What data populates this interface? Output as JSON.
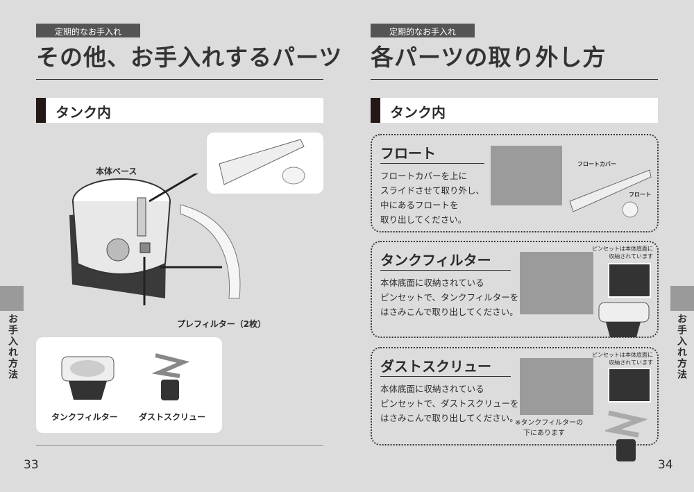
{
  "left": {
    "tag": "定期的なお手入れ",
    "title": "その他、お手入れするパーツ",
    "section": "タンク内",
    "labels": {
      "base": "本体ベース",
      "prefilter": "プレフィルター（2枚）",
      "tank_filter": "タンクフィルター",
      "dust_screw": "ダストスクリュー"
    },
    "page_number": "33",
    "side_tab": "お手入れ方法"
  },
  "right": {
    "tag": "定期的なお手入れ",
    "title": "各パーツの取り外し方",
    "section": "タンク内",
    "boxes": [
      {
        "heading": "フロート",
        "lines": [
          "フロートカバーを上に",
          "スライドさせて取り外し、",
          "中にあるフロートを",
          "取り出してください。"
        ],
        "callouts": [
          "フロートカバー",
          "フロート"
        ]
      },
      {
        "heading": "タンクフィルター",
        "lines": [
          "本体底面に収納されている",
          "ピンセットで、タンクフィルターを",
          "はさみこんで取り出してください。"
        ],
        "note": [
          "ピンセットは本体底面に",
          "収納されています"
        ]
      },
      {
        "heading": "ダストスクリュー",
        "lines": [
          "本体底面に収納されている",
          "ピンセットで、ダストスクリューを",
          "はさみこんで取り出してください。"
        ],
        "note": [
          "ピンセットは本体底面に",
          "収納されています"
        ],
        "footnote": [
          "※タンクフィルターの",
          "下にあります"
        ]
      }
    ],
    "page_number": "34",
    "side_tab": "お手入れ方法"
  }
}
